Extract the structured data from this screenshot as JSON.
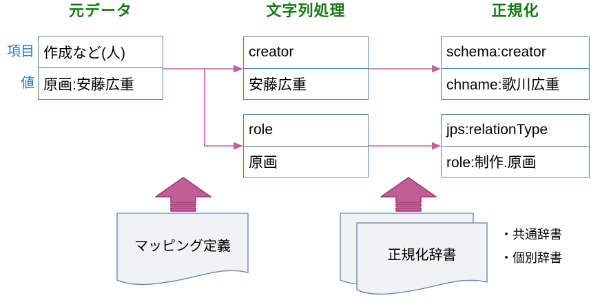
{
  "diagram": {
    "columns": [
      {
        "header": "元データ"
      },
      {
        "header": "文字列処理"
      },
      {
        "header": "正規化"
      }
    ],
    "row_labels": [
      {
        "label": "項目"
      },
      {
        "label": "値"
      }
    ],
    "boxes": {
      "source": {
        "item": "作成など(人)",
        "value": "原画:安藤広重"
      },
      "processing_creator": {
        "item": "creator",
        "value": "安藤広重"
      },
      "processing_role": {
        "item": "role",
        "value": "原画"
      },
      "normalized_creator": {
        "item": "schema:creator",
        "value": "chname:歌川広重"
      },
      "normalized_role": {
        "item": "jps:relationType",
        "value": "role:制作.原画"
      }
    },
    "documents": {
      "mapping": "マッピング定義",
      "dictionary": "正規化辞書"
    },
    "notes": [
      "・共通辞書",
      "・個別辞書"
    ]
  },
  "colors": {
    "header_green": "#157a15",
    "label_blue": "#2e78b8",
    "box_border": "#4e87b0",
    "connector_pink": "#c85f9b",
    "arrow_fill": "#c35d95",
    "arrow_stroke": "#9e3170",
    "doc_fill": "#f2f2f5",
    "doc_border": "#5b82b5",
    "text": "#000000"
  }
}
